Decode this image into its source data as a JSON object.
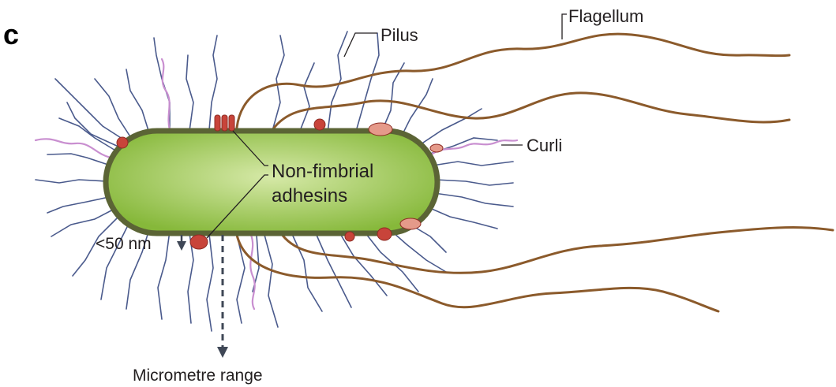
{
  "panel_letter": "c",
  "labels": {
    "pilus": "Pilus",
    "flagellum": "Flagellum",
    "curli": "Curli",
    "non_fimbrial_line1": "Non-fimbrial",
    "non_fimbrial_line2": "adhesins",
    "short_range": "<50 nm",
    "long_range": "Micrometre range"
  },
  "colors": {
    "cell_fill_center": "#d6e9a8",
    "cell_fill_edge": "#86b83a",
    "cell_wall": "#5b6435",
    "pili": "#4a5a8c",
    "curli": "#c98fd0",
    "flagella": "#8b5a2b",
    "adhesin_dark": "#c8443a",
    "adhesin_light": "#e59a8a",
    "arrow": "#3f4756",
    "text": "#231f20"
  }
}
